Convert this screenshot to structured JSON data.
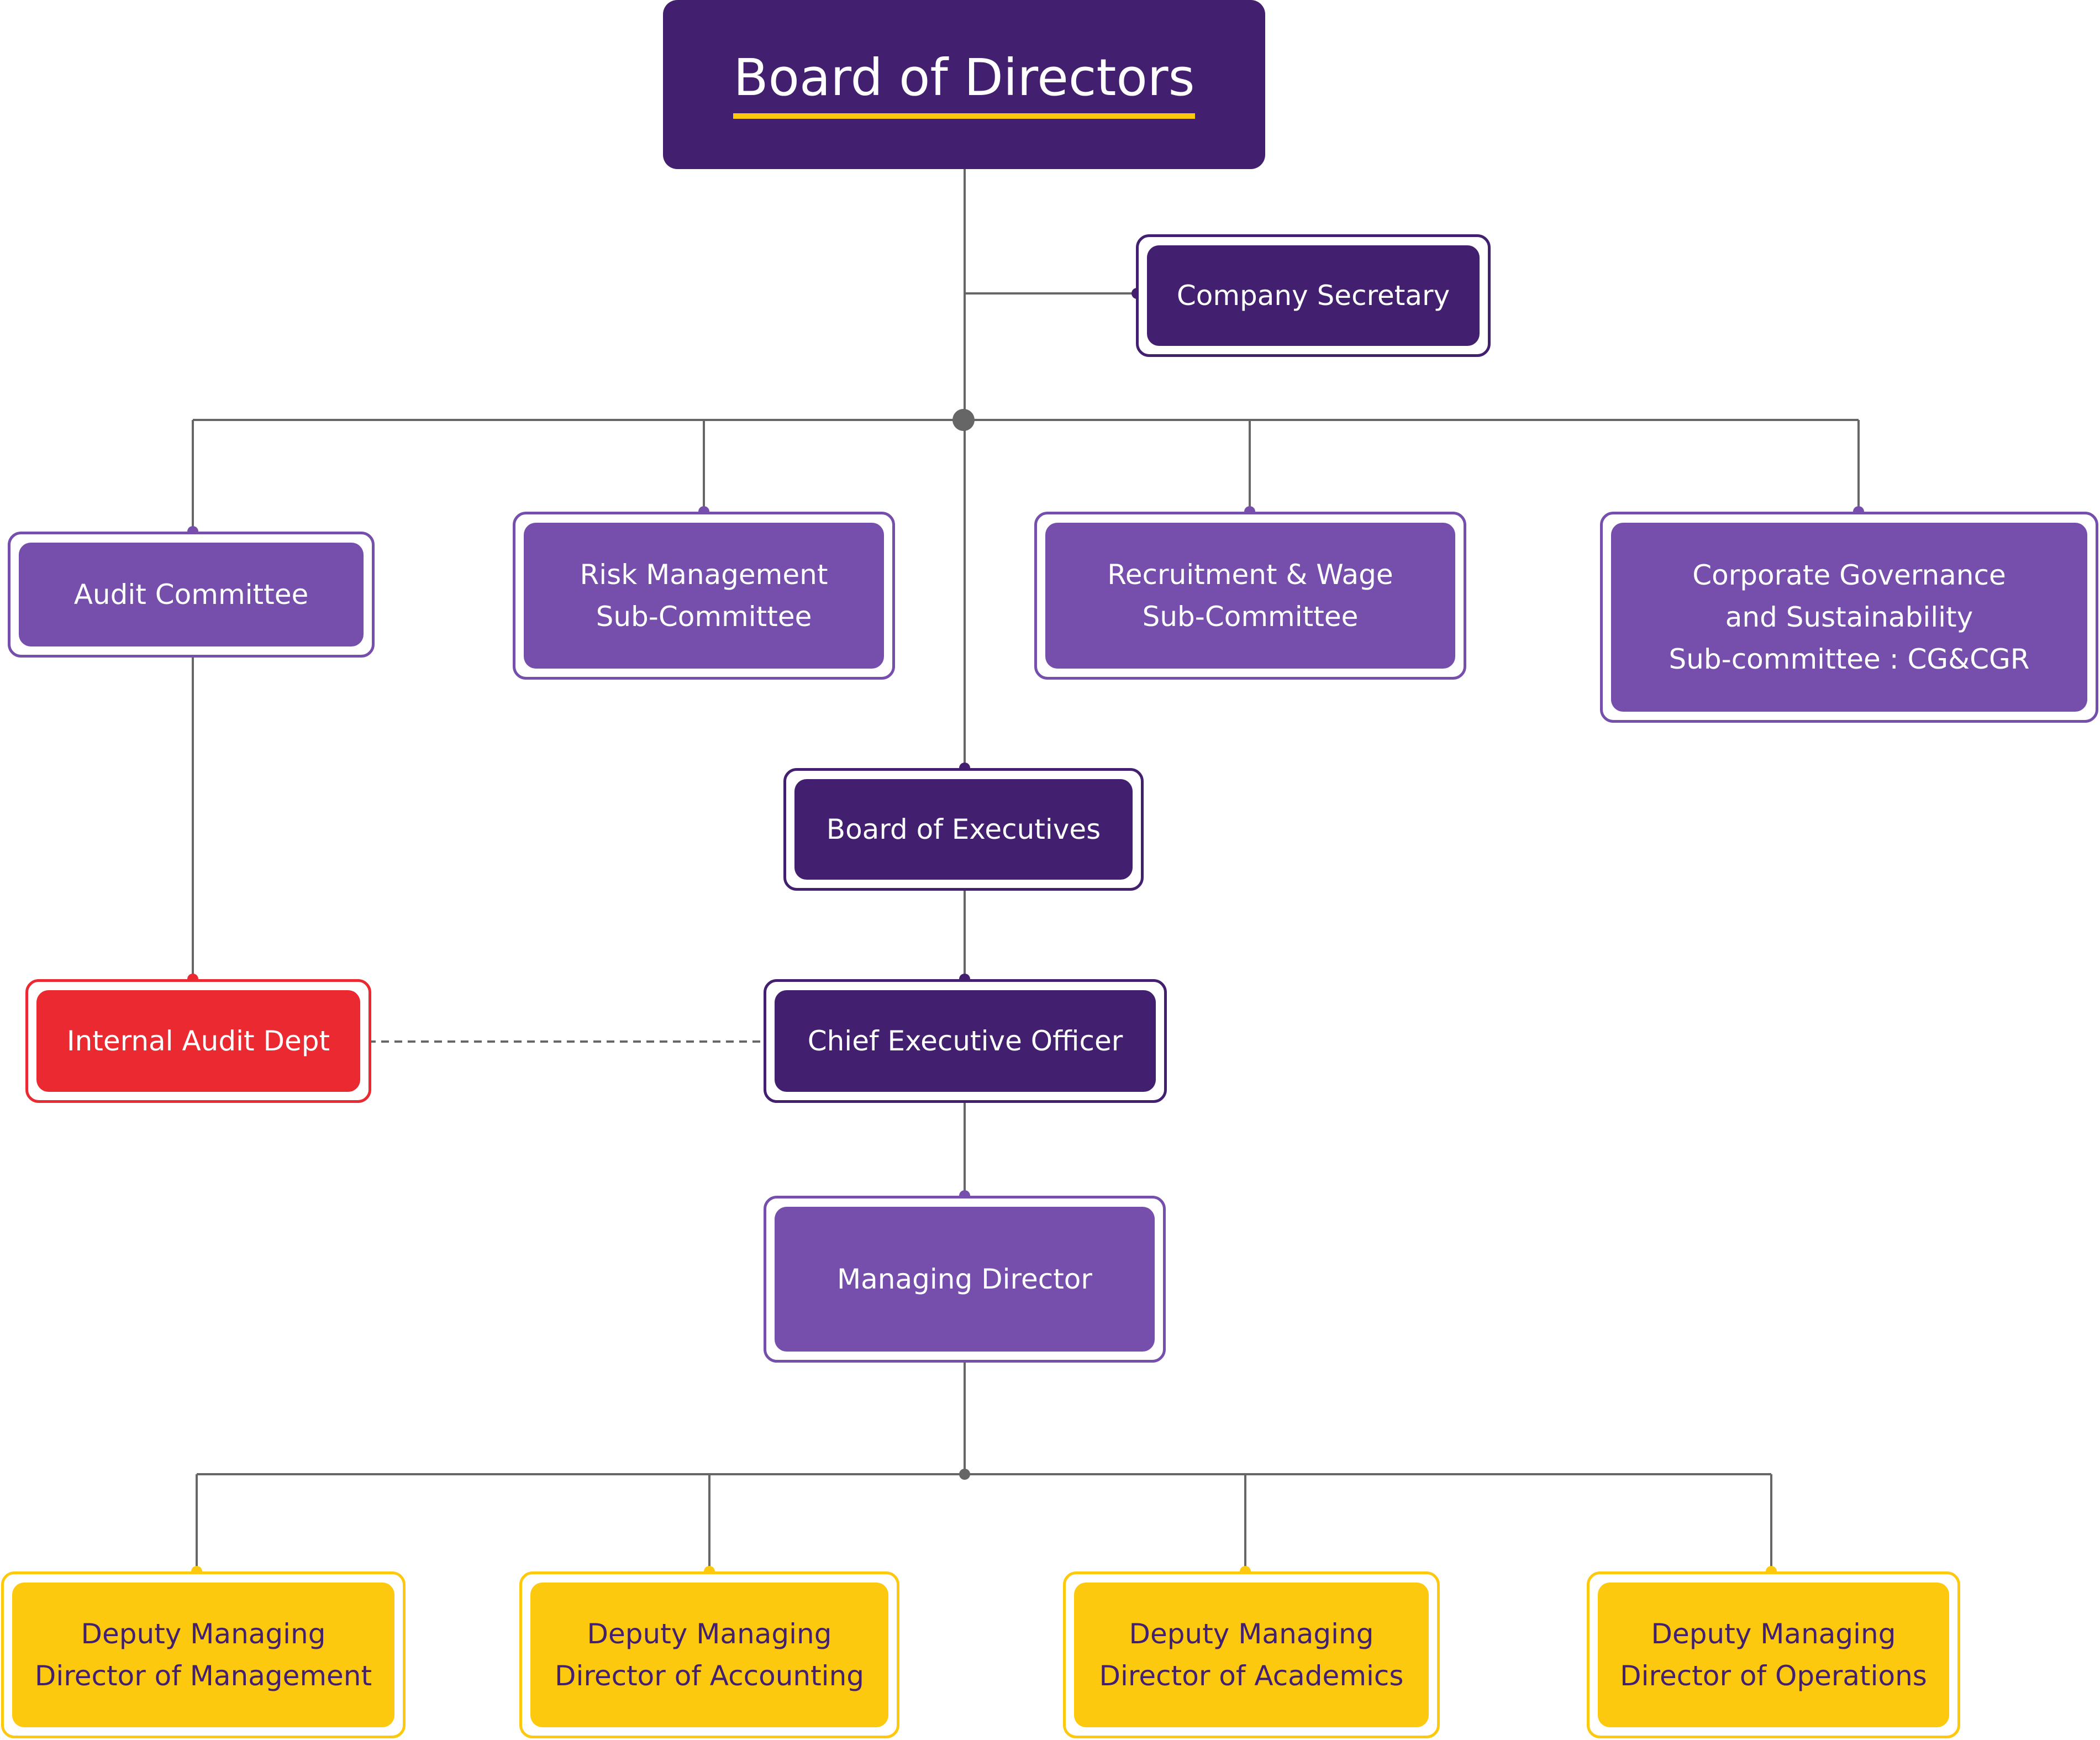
{
  "board_of_directors": "Board of Directors",
  "company_secretary": "Company Secretary",
  "committees": {
    "audit": "Audit Committee",
    "risk": "Risk Management\nSub-Committee",
    "recruitment": "Recruitment & Wage\nSub-Committee",
    "governance": "Corporate Governance\nand Sustainability\nSub-committee : CG&CGR"
  },
  "board_of_executives": "Board of Executives",
  "internal_audit": "Internal Audit Dept",
  "ceo": "Chief Executive Officer",
  "managing_director": "Managing Director",
  "deputies": {
    "management": "Deputy Managing\nDirector of Management",
    "accounting": "Deputy Managing\nDirector of Accounting",
    "academics": "Deputy Managing\nDirector of Academics",
    "operations": "Deputy Managing\nDirector of Operations"
  },
  "colors": {
    "dark_purple": "#43206f",
    "purple": "#754fab",
    "red": "#ea2a30",
    "gold": "#fdc90f",
    "connector": "#666666"
  }
}
